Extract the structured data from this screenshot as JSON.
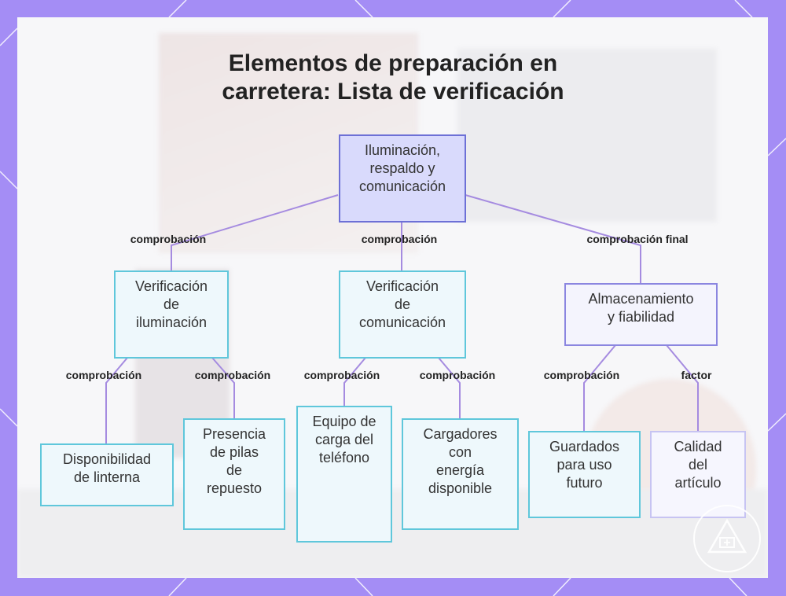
{
  "title": "Elementos de preparación en\ncarretera: Lista de verificación",
  "nodes": {
    "root": "Iluminación,\nrespaldo y\ncomunicación",
    "lighting_check": "Verificación\nde\niluminación",
    "communication_check": "Verificación\nde\ncomunicación",
    "storage_reliability": "Almacenamiento\ny fiabilidad",
    "flashlight": "Disponibilidad\nde linterna",
    "spare_batteries": "Presencia\nde pilas\nde\nrepuesto",
    "phone_charging": "Equipo de\ncarga del\nteléfono",
    "chargers": "Cargadores\ncon\nenergía\ndisponible",
    "future_use": "Guardados\npara uso\nfuturo",
    "item_quality": "Calidad\ndel\nartículo"
  },
  "edge_labels": {
    "root_lighting": "comprobación",
    "root_communication": "comprobación",
    "root_storage": "comprobación final",
    "lighting_flashlight": "comprobación",
    "lighting_batteries": "comprobación",
    "communication_phone": "comprobación",
    "communication_chargers": "comprobación",
    "storage_future": "comprobación",
    "storage_quality": "factor"
  },
  "colors": {
    "frame": "#a48df5",
    "edge": "#a58be0",
    "root_fill": "#d9dafc",
    "root_border": "#6d70d6",
    "teal_border": "#5fc7db",
    "lavender_border": "#8b86e0"
  },
  "icons": {
    "corner_logo": "road-triangle-logo-icon"
  }
}
